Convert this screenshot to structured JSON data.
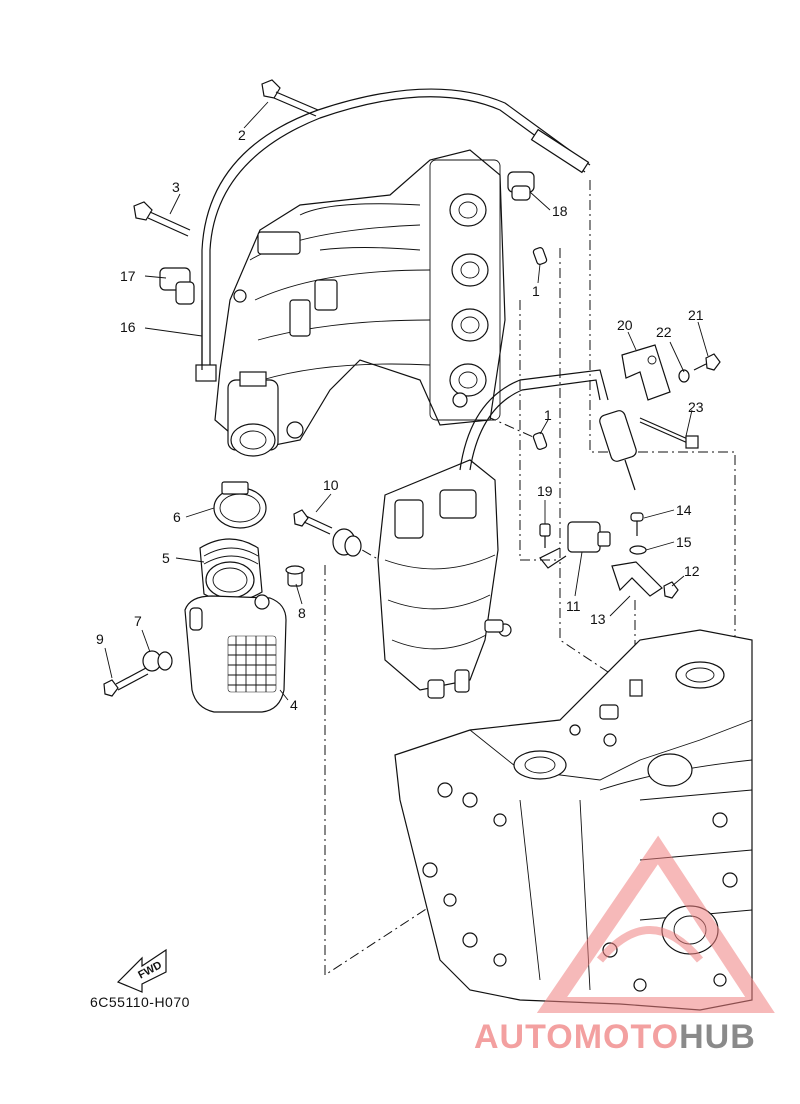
{
  "diagram": {
    "code": "6C55110-H070",
    "fwd_label": "FWD",
    "part_numbers": [
      "1",
      "1",
      "2",
      "3",
      "4",
      "5",
      "6",
      "7",
      "8",
      "9",
      "10",
      "11",
      "12",
      "13",
      "14",
      "15",
      "16",
      "17",
      "18",
      "19",
      "20",
      "21",
      "22",
      "23"
    ]
  },
  "watermark": {
    "part1": "AUTO",
    "part2": "MOTO",
    "part3": "HUB",
    "colors": {
      "primary": "#f3a0a0",
      "secondary": "#8a8a8a"
    }
  }
}
